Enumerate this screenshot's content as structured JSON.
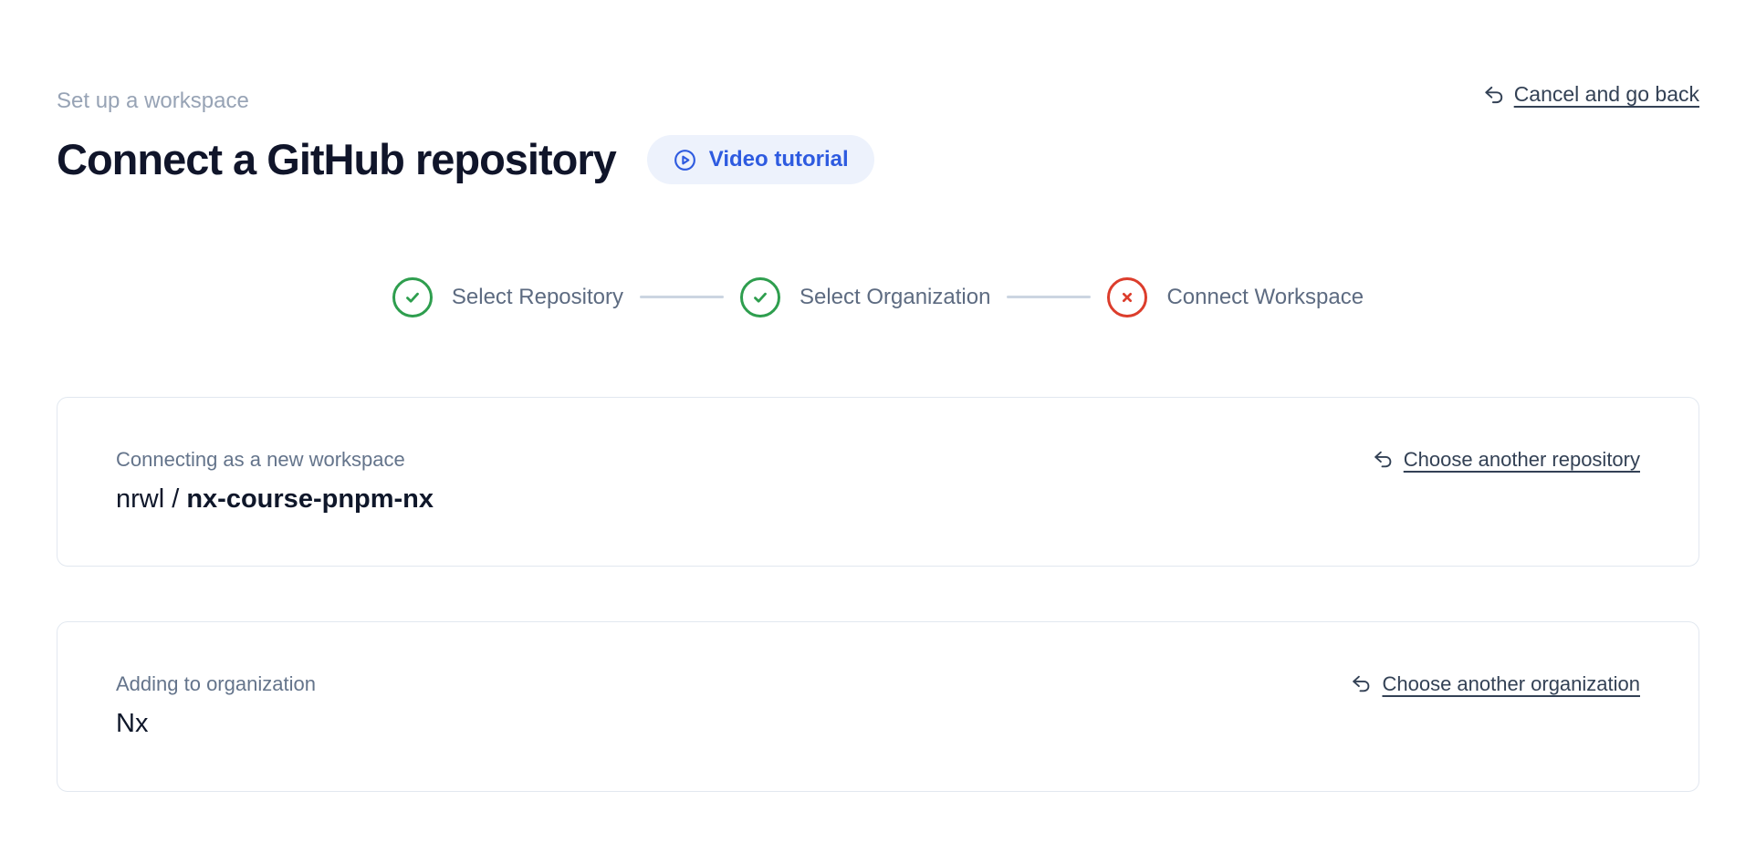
{
  "page": {
    "eyebrow": "Set up a workspace",
    "title": "Connect a GitHub repository"
  },
  "header": {
    "video_tutorial_label": "Video tutorial",
    "cancel_label": "Cancel and go back"
  },
  "stepper": {
    "steps": [
      {
        "label": "Select Repository",
        "status": "complete",
        "icon": "check-circle-icon"
      },
      {
        "label": "Select Organization",
        "status": "complete",
        "icon": "check-circle-icon"
      },
      {
        "label": "Connect Workspace",
        "status": "error",
        "icon": "x-circle-icon"
      }
    ]
  },
  "cards": {
    "repository": {
      "label": "Connecting as a new workspace",
      "owner_prefix": "nrwl / ",
      "repo_name": "nx-course-pnpm-nx",
      "action_label": "Choose another repository"
    },
    "organization": {
      "label": "Adding to organization",
      "name": "Nx",
      "action_label": "Choose another organization"
    }
  },
  "icons": {
    "play": "play-circle-icon",
    "undo": "undo-arrow-icon"
  },
  "colors": {
    "accent_blue": "#2e5be0",
    "pill_background": "#edf2fc",
    "success_green": "#2e9e4e",
    "error_red": "#dc3d2c",
    "heading_text": "#10152a",
    "eyebrow_text": "#97a3b5",
    "muted_text": "#64748b",
    "step_label_text": "#5d6b81",
    "link_text": "#334155",
    "card_border": "#e2e8f0",
    "connector_gray": "#cbd5e1",
    "background": "#ffffff"
  }
}
